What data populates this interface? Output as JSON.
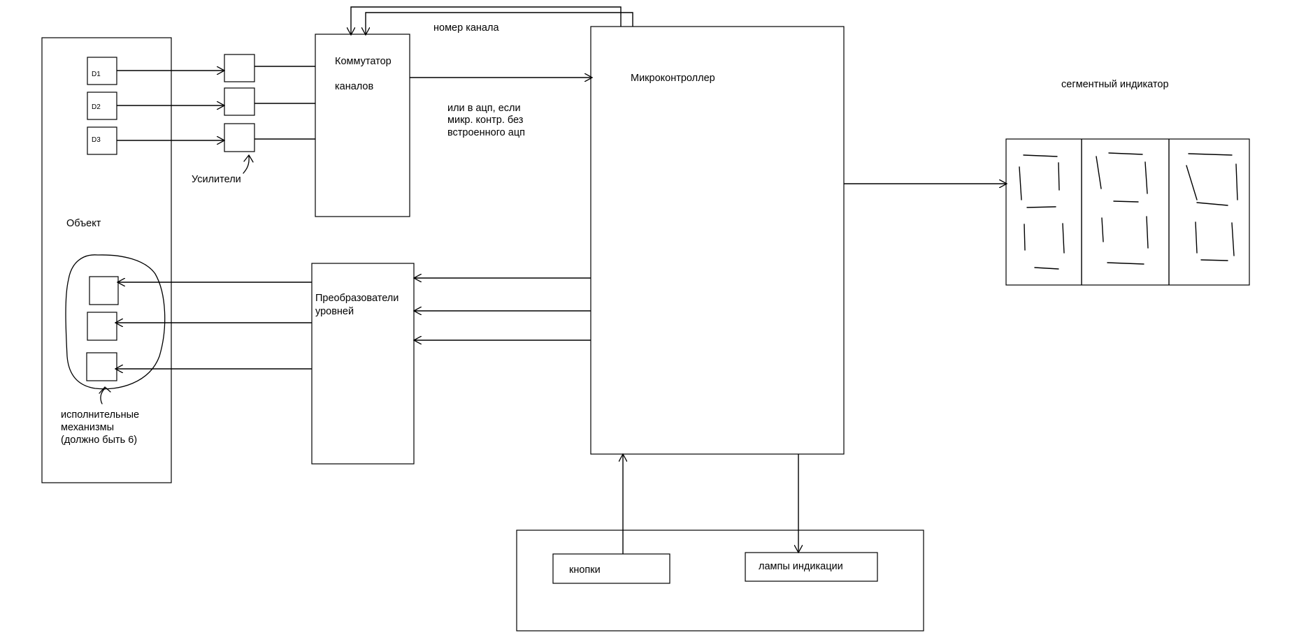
{
  "labels": {
    "object": "Объект",
    "sensor_1": "D1",
    "sensor_2": "D2",
    "sensor_3": "D3",
    "amplifiers": "Усилители",
    "switch_line1": "Коммутатор",
    "switch_line2": "каналов",
    "channel_number": "номер канала",
    "adc_note_line1": "или в ацп, если",
    "adc_note_line2": "микр. контр. без",
    "adc_note_line3": "встроенного ацп",
    "microcontroller": "Микроконтроллер",
    "segment_indicator": "сегментный индикатор",
    "level_converters_line1": "Преобразователи",
    "level_converters_line2": "уровней",
    "actuators_line1": "исполнительные",
    "actuators_line2": "механизмы",
    "actuators_line3": "(должно быть 6)",
    "buttons": "кнопки",
    "indicator_lamps": "лампы индикации"
  }
}
